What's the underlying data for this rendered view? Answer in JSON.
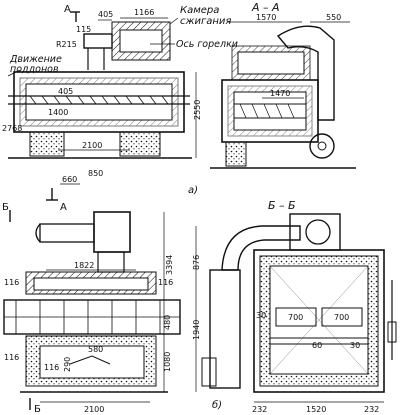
{
  "labels": {
    "chamber": "Камера",
    "combustion": "сжигания",
    "burner_axis": "Ось горелки",
    "movement": "Движение",
    "pallets": "поддонов",
    "section_aa": "А – А",
    "section_bb": "Б – Б",
    "sub_a": "а)",
    "sub_b": "б)",
    "mark_a_top": "А",
    "mark_a_bottom": "А",
    "mark_b_left": "Б",
    "mark_b_bottom": "Б"
  },
  "dims": {
    "d405a": "405",
    "d1166": "1166",
    "d115": "115",
    "r215": "R215",
    "d2768": "2768",
    "d2550": "2550",
    "d1400": "1400",
    "d2100": "2100",
    "d850": "850",
    "d660": "660",
    "d405b": "405",
    "d1570": "1570",
    "d550": "550",
    "d1470": "1470",
    "d876": "876",
    "d3394": "3394",
    "d1940": "1940",
    "d1822": "1822",
    "d116a": "116",
    "d116b": "116",
    "d480": "480",
    "d1080": "1080",
    "d580": "580",
    "d290": "290",
    "d116c": "116",
    "d116d": "116",
    "d2100b": "2100",
    "d30a": "30",
    "d700a": "700",
    "d700b": "700",
    "d60": "60",
    "d30b": "30",
    "d232a": "232",
    "d1520": "1520",
    "d232b": "232"
  }
}
